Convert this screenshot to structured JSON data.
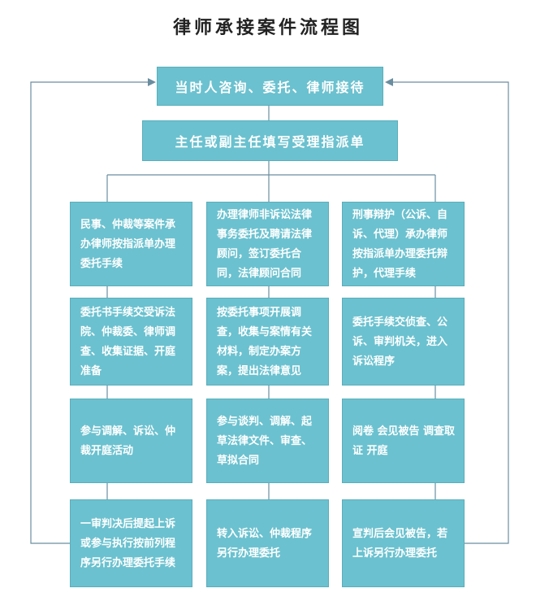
{
  "title": "律师承接案件流程图",
  "top_node": "当时人咨询、委托、律师接待",
  "second_node": "主任或副主任填写受理指派单",
  "rows": [
    [
      "民事、仲裁等案件承办律师按指派单办理委托手续",
      "办理律师非诉讼法律事务委托及聘请法律顾问，签订委托合同，法律顾问合同",
      "刑事辩护（公诉、自诉、代理）承办律师按指派单办理委托辩护，代理手续"
    ],
    [
      "委托书手续交受诉法院、仲裁委、律师调查、收集证据、开庭准备",
      "按委托事项开展调查，收集与案情有关材料，制定办案方案，提出法律意见",
      "委托手续交侦查、公诉、审判机关，进入诉讼程序"
    ],
    [
      "参与调解、诉讼、仲裁开庭活动",
      "参与谈判、调解、起草法律文件、审查、草拟合同",
      "阅卷 会见被告 调查取证 开庭"
    ],
    [
      "一审判决后提起上诉或参与执行按前列程序另行办理委托手续",
      "转入诉讼、仲裁程序另行办理委托",
      "宣判后会见被告，若上诉另行办理委托"
    ]
  ],
  "colors": {
    "node_fill": "#6bc1cf",
    "line": "#6a8ea0",
    "title": "#222222"
  }
}
